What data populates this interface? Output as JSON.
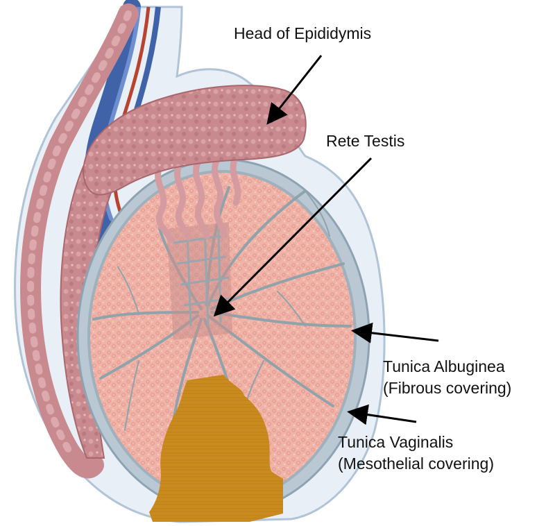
{
  "labels": {
    "head_epididymis": "Head of Epididymis",
    "rete_testis": "Rete Testis",
    "tunica_albuginea": "Tunica Albuginea",
    "tunica_albuginea_note": "(Fibrous covering)",
    "tunica_vaginalis": "Tunica Vaginalis",
    "tunica_vaginalis_note": "(Mesothelial covering)"
  },
  "colors": {
    "background": "#ffffff",
    "epididymis": "#c98a8f",
    "testis_tissue": "#f0b3a8",
    "septa": "#8fa3ab",
    "tunica_albuginea": "#b9c8d2",
    "tunica_vaginalis": "#dce6f0",
    "vein": "#3f62a8",
    "artery": "#b8432e",
    "redaction": "#c98a1e",
    "arrow": "#000000"
  }
}
